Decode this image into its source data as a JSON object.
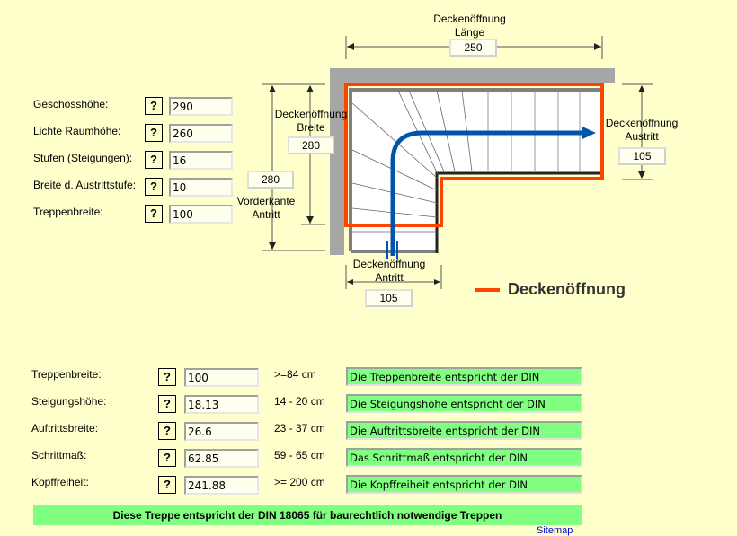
{
  "inputs": [
    {
      "label": "Geschosshöhe:",
      "help": "?",
      "value": "290"
    },
    {
      "label": "Lichte Raumhöhe:",
      "help": "?",
      "value": "260"
    },
    {
      "label": "Stufen (Steigungen):",
      "help": "?",
      "value": "16"
    },
    {
      "label": "Breite d. Austrittstufe:",
      "help": "?",
      "value": "10"
    },
    {
      "label": "Treppenbreite:",
      "help": "?",
      "value": "100"
    }
  ],
  "diagram": {
    "laenge": {
      "label_line1": "Deckenöffnung",
      "label_line2": "Länge",
      "value": "250"
    },
    "breite": {
      "label_line1": "Deckenöffnung",
      "label_line2": "Breite",
      "value": "280"
    },
    "vorderkante": {
      "label_line1": "Vorderkante",
      "label_line2": "Antritt",
      "value": "280"
    },
    "austritt": {
      "label_line1": "Deckenöffnung",
      "label_line2": "Austritt",
      "value": "105"
    },
    "antritt": {
      "label_line1": "Deckenöffnung",
      "label_line2": "Antritt",
      "value": "105"
    },
    "legend": {
      "label": "Deckenöffnung",
      "color": "#ff4400"
    },
    "colors": {
      "opening": "#ff4400",
      "path": "#0055aa",
      "wall": "#a6a6a6",
      "stringer": "#222222"
    }
  },
  "results": [
    {
      "label": "Treppenbreite:",
      "help": "?",
      "value": "100",
      "range": ">=84 cm",
      "status": "Die Treppenbreite entspricht der DIN"
    },
    {
      "label": "Steigungshöhe:",
      "help": "?",
      "value": "18.13",
      "range": "14 - 20 cm",
      "status": "Die Steigungshöhe entspricht der DIN"
    },
    {
      "label": "Auftrittsbreite:",
      "help": "?",
      "value": "26.6",
      "range": "23 - 37 cm",
      "status": "Die Auftrittsbreite entspricht der DIN"
    },
    {
      "label": "Schrittmaß:",
      "help": "?",
      "value": "62.85",
      "range": "59 - 65 cm",
      "status": "Das Schrittmaß entspricht der DIN"
    },
    {
      "label": "Kopffreiheit:",
      "help": "?",
      "value": "241.88",
      "range": ">= 200 cm",
      "status": "Die Kopffreiheit entspricht der DIN"
    }
  ],
  "status_color": "#80ff80",
  "summary": "Diese Treppe entspricht der DIN 18065 für baurechtlich notwendige Treppen",
  "footer": {
    "sitemap": "Sitemap"
  }
}
